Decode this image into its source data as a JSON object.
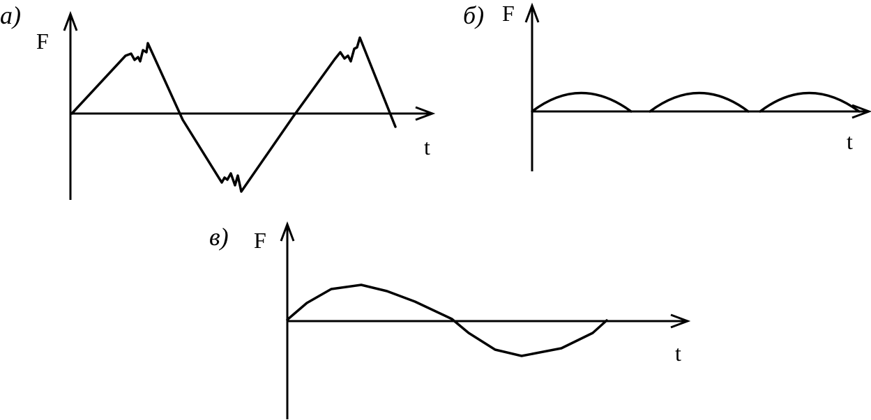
{
  "panels": {
    "a": {
      "label": "а)",
      "y_axis": "F",
      "x_axis": "t"
    },
    "b": {
      "label": "б)",
      "y_axis": "F",
      "x_axis": "t"
    },
    "c": {
      "label": "в)",
      "y_axis": "F",
      "x_axis": "t"
    }
  },
  "colors": {
    "ink": "#000000",
    "background": "#ffffff"
  }
}
